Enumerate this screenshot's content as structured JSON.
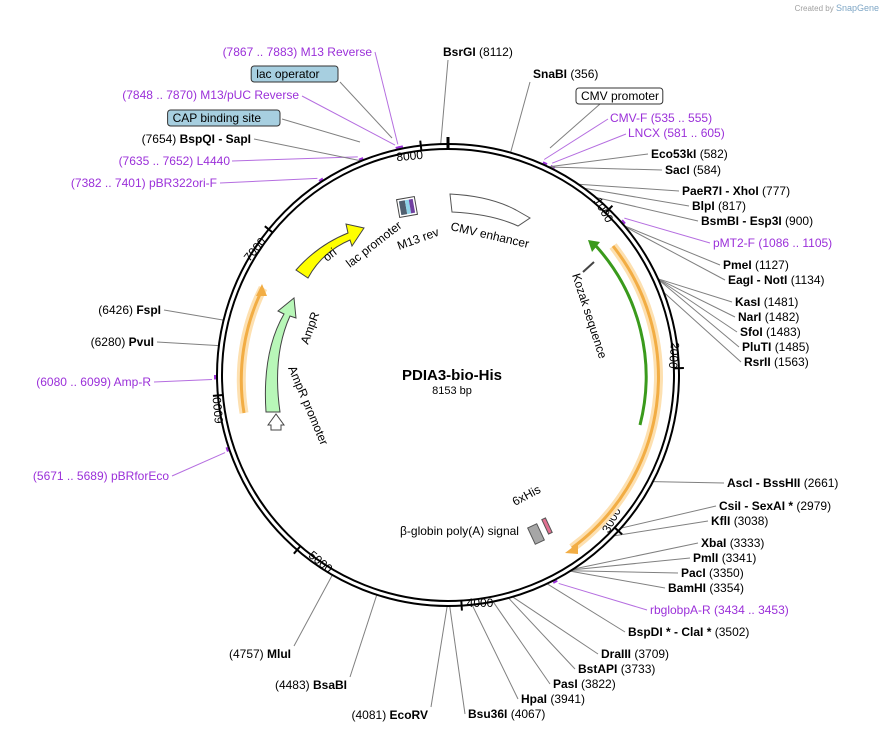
{
  "credit": {
    "prefix": "Created by",
    "brand": "SnapGene"
  },
  "plasmid": {
    "name": "PDIA3-bio-His",
    "length_label": "8153 bp",
    "length": 8153
  },
  "colors": {
    "primer": "#9b30d9",
    "ori": "#ffff00",
    "ampr": "#b8f7b8",
    "kozak_arrow": "#3a9a1c",
    "orange_orf": "#f2ad44",
    "annotation_box": "#a7cfe0"
  },
  "ticks": [
    "1000",
    "2000",
    "3000",
    "4000",
    "5000",
    "6000",
    "7000",
    "8000"
  ],
  "features": {
    "cmv_enhancer": "CMV enhancer",
    "kozak": "Kozak sequence",
    "his6": "6xHis",
    "bglobin": "β-globin poly(A) signal",
    "ampr": "AmpR",
    "ampr_promoter": "AmpR promoter",
    "ori": "ori",
    "lac_promoter": "lac promoter",
    "m13rev": "M13 rev"
  },
  "top_labels": [
    {
      "name": "BsrGI",
      "pos": "(8112)",
      "kind": "enzyme"
    },
    {
      "name": "SnaBI",
      "pos": "(356)",
      "kind": "enzyme"
    },
    {
      "name": "CMV promoter",
      "kind": "boxed"
    },
    {
      "name": "CMV-F",
      "pos": "(535 .. 555)",
      "kind": "primer"
    },
    {
      "name": "LNCX",
      "pos": "(581 .. 605)",
      "kind": "primer"
    }
  ],
  "right_labels": [
    {
      "name": "Eco53kI",
      "pos": "(582)",
      "kind": "enzyme"
    },
    {
      "name": "SacI",
      "pos": "(584)",
      "kind": "enzyme"
    },
    {
      "name": "PaeR7I",
      "name2": "XhoI",
      "pos": "(777)",
      "kind": "enzyme"
    },
    {
      "name": "BlpI",
      "pos": "(817)",
      "kind": "enzyme"
    },
    {
      "name": "BsmBI",
      "name2": "Esp3I",
      "pos": "(900)",
      "kind": "enzyme"
    },
    {
      "name": "pMT2-F",
      "pos": "(1086 .. 1105)",
      "kind": "primer"
    },
    {
      "name": "PmeI",
      "pos": "(1127)",
      "kind": "enzyme"
    },
    {
      "name": "EagI",
      "name2": "NotI",
      "pos": "(1134)",
      "kind": "enzyme"
    },
    {
      "name": "KasI",
      "pos": "(1481)",
      "kind": "enzyme"
    },
    {
      "name": "NarI",
      "pos": "(1482)",
      "kind": "enzyme"
    },
    {
      "name": "SfoI",
      "pos": "(1483)",
      "kind": "enzyme"
    },
    {
      "name": "PluTI",
      "pos": "(1485)",
      "kind": "enzyme"
    },
    {
      "name": "RsrII",
      "pos": "(1563)",
      "kind": "enzyme"
    },
    {
      "name": "AscI",
      "name2": "BssHII",
      "pos": "(2661)",
      "kind": "enzyme"
    },
    {
      "name": "CsiI",
      "name2": "SexAI *",
      "pos": "(2979)",
      "kind": "enzyme"
    },
    {
      "name": "KflI",
      "pos": "(3038)",
      "kind": "enzyme"
    },
    {
      "name": "XbaI",
      "pos": "(3333)",
      "kind": "enzyme"
    },
    {
      "name": "PmlI",
      "pos": "(3341)",
      "kind": "enzyme"
    },
    {
      "name": "PacI",
      "pos": "(3350)",
      "kind": "enzyme"
    },
    {
      "name": "BamHI",
      "pos": "(3354)",
      "kind": "enzyme"
    },
    {
      "name": "rbglobpA-R",
      "pos": "(3434 .. 3453)",
      "kind": "primer"
    },
    {
      "name": "BspDI *",
      "name2": "ClaI *",
      "pos": "(3502)",
      "kind": "enzyme"
    },
    {
      "name": "DraIII",
      "pos": "(3709)",
      "kind": "enzyme"
    },
    {
      "name": "BstAPI",
      "pos": "(3733)",
      "kind": "enzyme"
    },
    {
      "name": "PasI",
      "pos": "(3822)",
      "kind": "enzyme"
    },
    {
      "name": "HpaI",
      "pos": "(3941)",
      "kind": "enzyme"
    },
    {
      "name": "Bsu36I",
      "pos": "(4067)",
      "kind": "enzyme"
    }
  ],
  "bottom_left_labels": [
    {
      "name": "EcoRV",
      "pos": "(4081)",
      "kind": "enzyme"
    },
    {
      "name": "BsaBI",
      "pos": "(4483)",
      "kind": "enzyme"
    },
    {
      "name": "MluI",
      "pos": "(4757)",
      "kind": "enzyme"
    }
  ],
  "left_labels": [
    {
      "name": "pBRforEco",
      "pos": "(5671 .. 5689)",
      "kind": "primer"
    },
    {
      "name": "Amp-R",
      "pos": "(6080 .. 6099)",
      "kind": "primer"
    },
    {
      "name": "PvuI",
      "pos": "(6280)",
      "kind": "enzyme"
    },
    {
      "name": "FspI",
      "pos": "(6426)",
      "kind": "enzyme"
    },
    {
      "name": "pBR322ori-F",
      "pos": "(7382 .. 7401)",
      "kind": "primer"
    },
    {
      "name": "L4440",
      "pos": "(7635 .. 7652)",
      "kind": "primer"
    },
    {
      "name": "BspQI",
      "name2": "SapI",
      "pos": "(7654)",
      "kind": "enzyme"
    },
    {
      "name": "CAP binding site",
      "kind": "boxed"
    },
    {
      "name": "M13/pUC Reverse",
      "pos": "(7848 .. 7870)",
      "kind": "primer"
    },
    {
      "name": "lac operator",
      "kind": "boxed"
    },
    {
      "name": "M13 Reverse",
      "pos": "(7867 .. 7883)",
      "kind": "primer"
    }
  ]
}
